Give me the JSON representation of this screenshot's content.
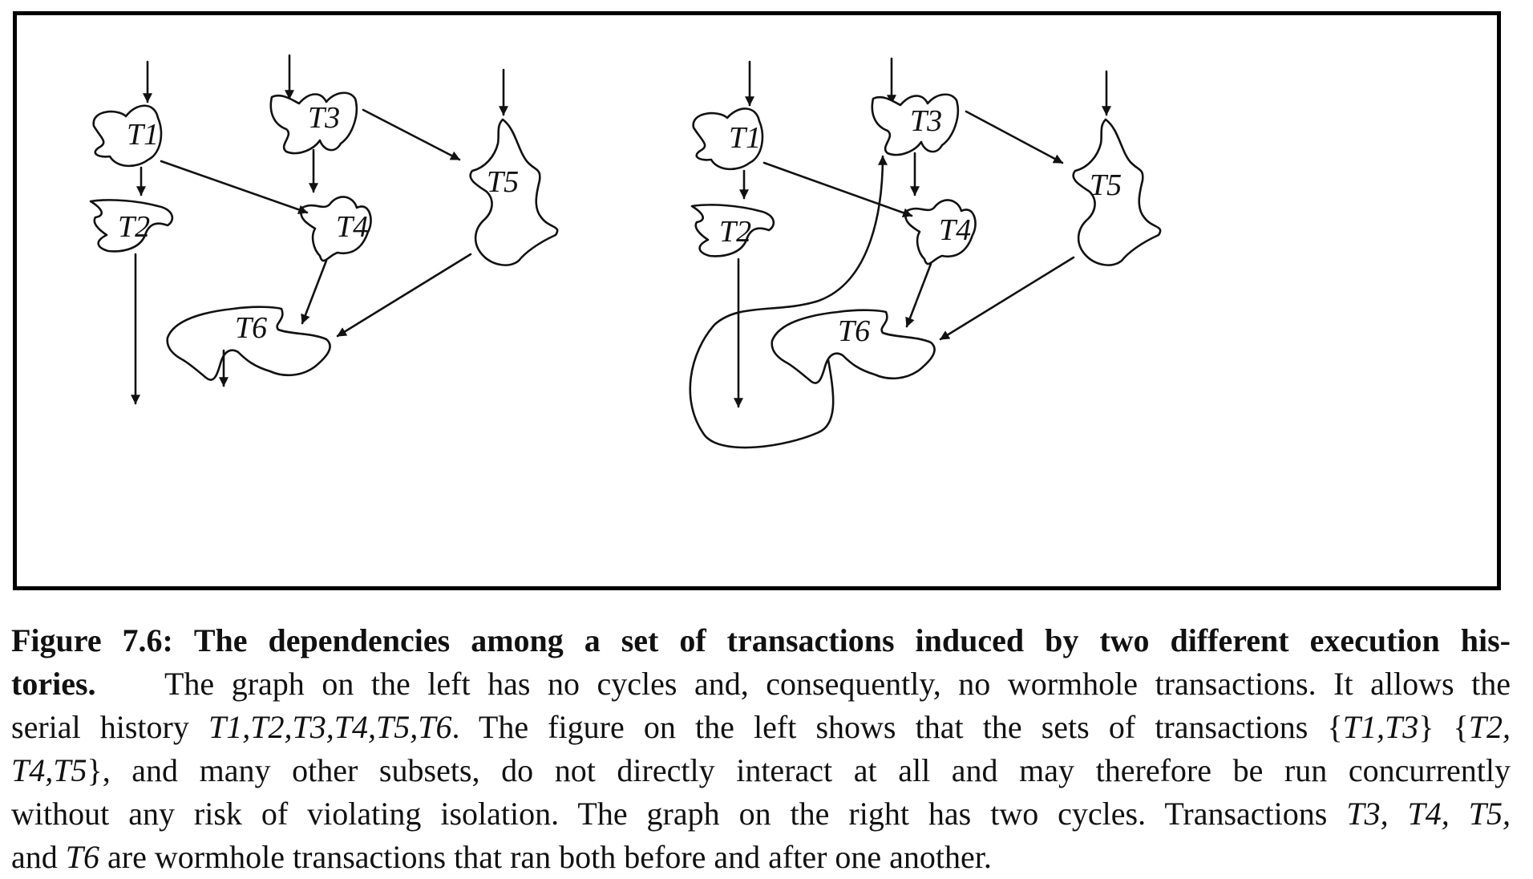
{
  "figure": {
    "left_graph": {
      "nodes": [
        {
          "id": "T1",
          "label": "T1"
        },
        {
          "id": "T2",
          "label": "T2"
        },
        {
          "id": "T3",
          "label": "T3"
        },
        {
          "id": "T4",
          "label": "T4"
        },
        {
          "id": "T5",
          "label": "T5"
        },
        {
          "id": "T6",
          "label": "T6"
        }
      ],
      "edges": [
        {
          "from": "T1",
          "to": "T2"
        },
        {
          "from": "T1",
          "to": "T4"
        },
        {
          "from": "T3",
          "to": "T4"
        },
        {
          "from": "T3",
          "to": "T5"
        },
        {
          "from": "T4",
          "to": "T6"
        },
        {
          "from": "T5",
          "to": "T6"
        }
      ],
      "cycles": 0
    },
    "right_graph": {
      "nodes": [
        {
          "id": "T1",
          "label": "T1"
        },
        {
          "id": "T2",
          "label": "T2"
        },
        {
          "id": "T3",
          "label": "T3"
        },
        {
          "id": "T4",
          "label": "T4"
        },
        {
          "id": "T5",
          "label": "T5"
        },
        {
          "id": "T6",
          "label": "T6"
        }
      ],
      "edges": [
        {
          "from": "T1",
          "to": "T2"
        },
        {
          "from": "T1",
          "to": "T4"
        },
        {
          "from": "T3",
          "to": "T4"
        },
        {
          "from": "T3",
          "to": "T5"
        },
        {
          "from": "T4",
          "to": "T6"
        },
        {
          "from": "T5",
          "to": "T6"
        },
        {
          "from": "T6",
          "to": "T3"
        }
      ],
      "cycles": 2
    }
  },
  "caption": {
    "label": "Figure 7.6:",
    "title_1": "The dependencies among a set of transactions induced by two different execution his-",
    "title_2": "tories.",
    "s1": "The graph on the left has no cycles and, consequently, no wormhole transactions. It allows the",
    "s2a": "serial history",
    "s2b": "T1,T2,T3,T4,T5,T6",
    "s2c": ". The figure on the left shows that the sets of transactions {",
    "s2d": "T1,T3",
    "s2e": "} {",
    "s2f": "T2,",
    "s3a": "T4,T5",
    "s3b": "}, and many other subsets, do not directly interact at all and may therefore be run concurrently",
    "s4": "without any risk of violating isolation. The graph on the right has two cycles. Transactions",
    "s4b": "T3, T4, T5,",
    "s5a": "and",
    "s5b": "T6",
    "s5c": "are wormhole transactions that ran both before and after one another."
  }
}
